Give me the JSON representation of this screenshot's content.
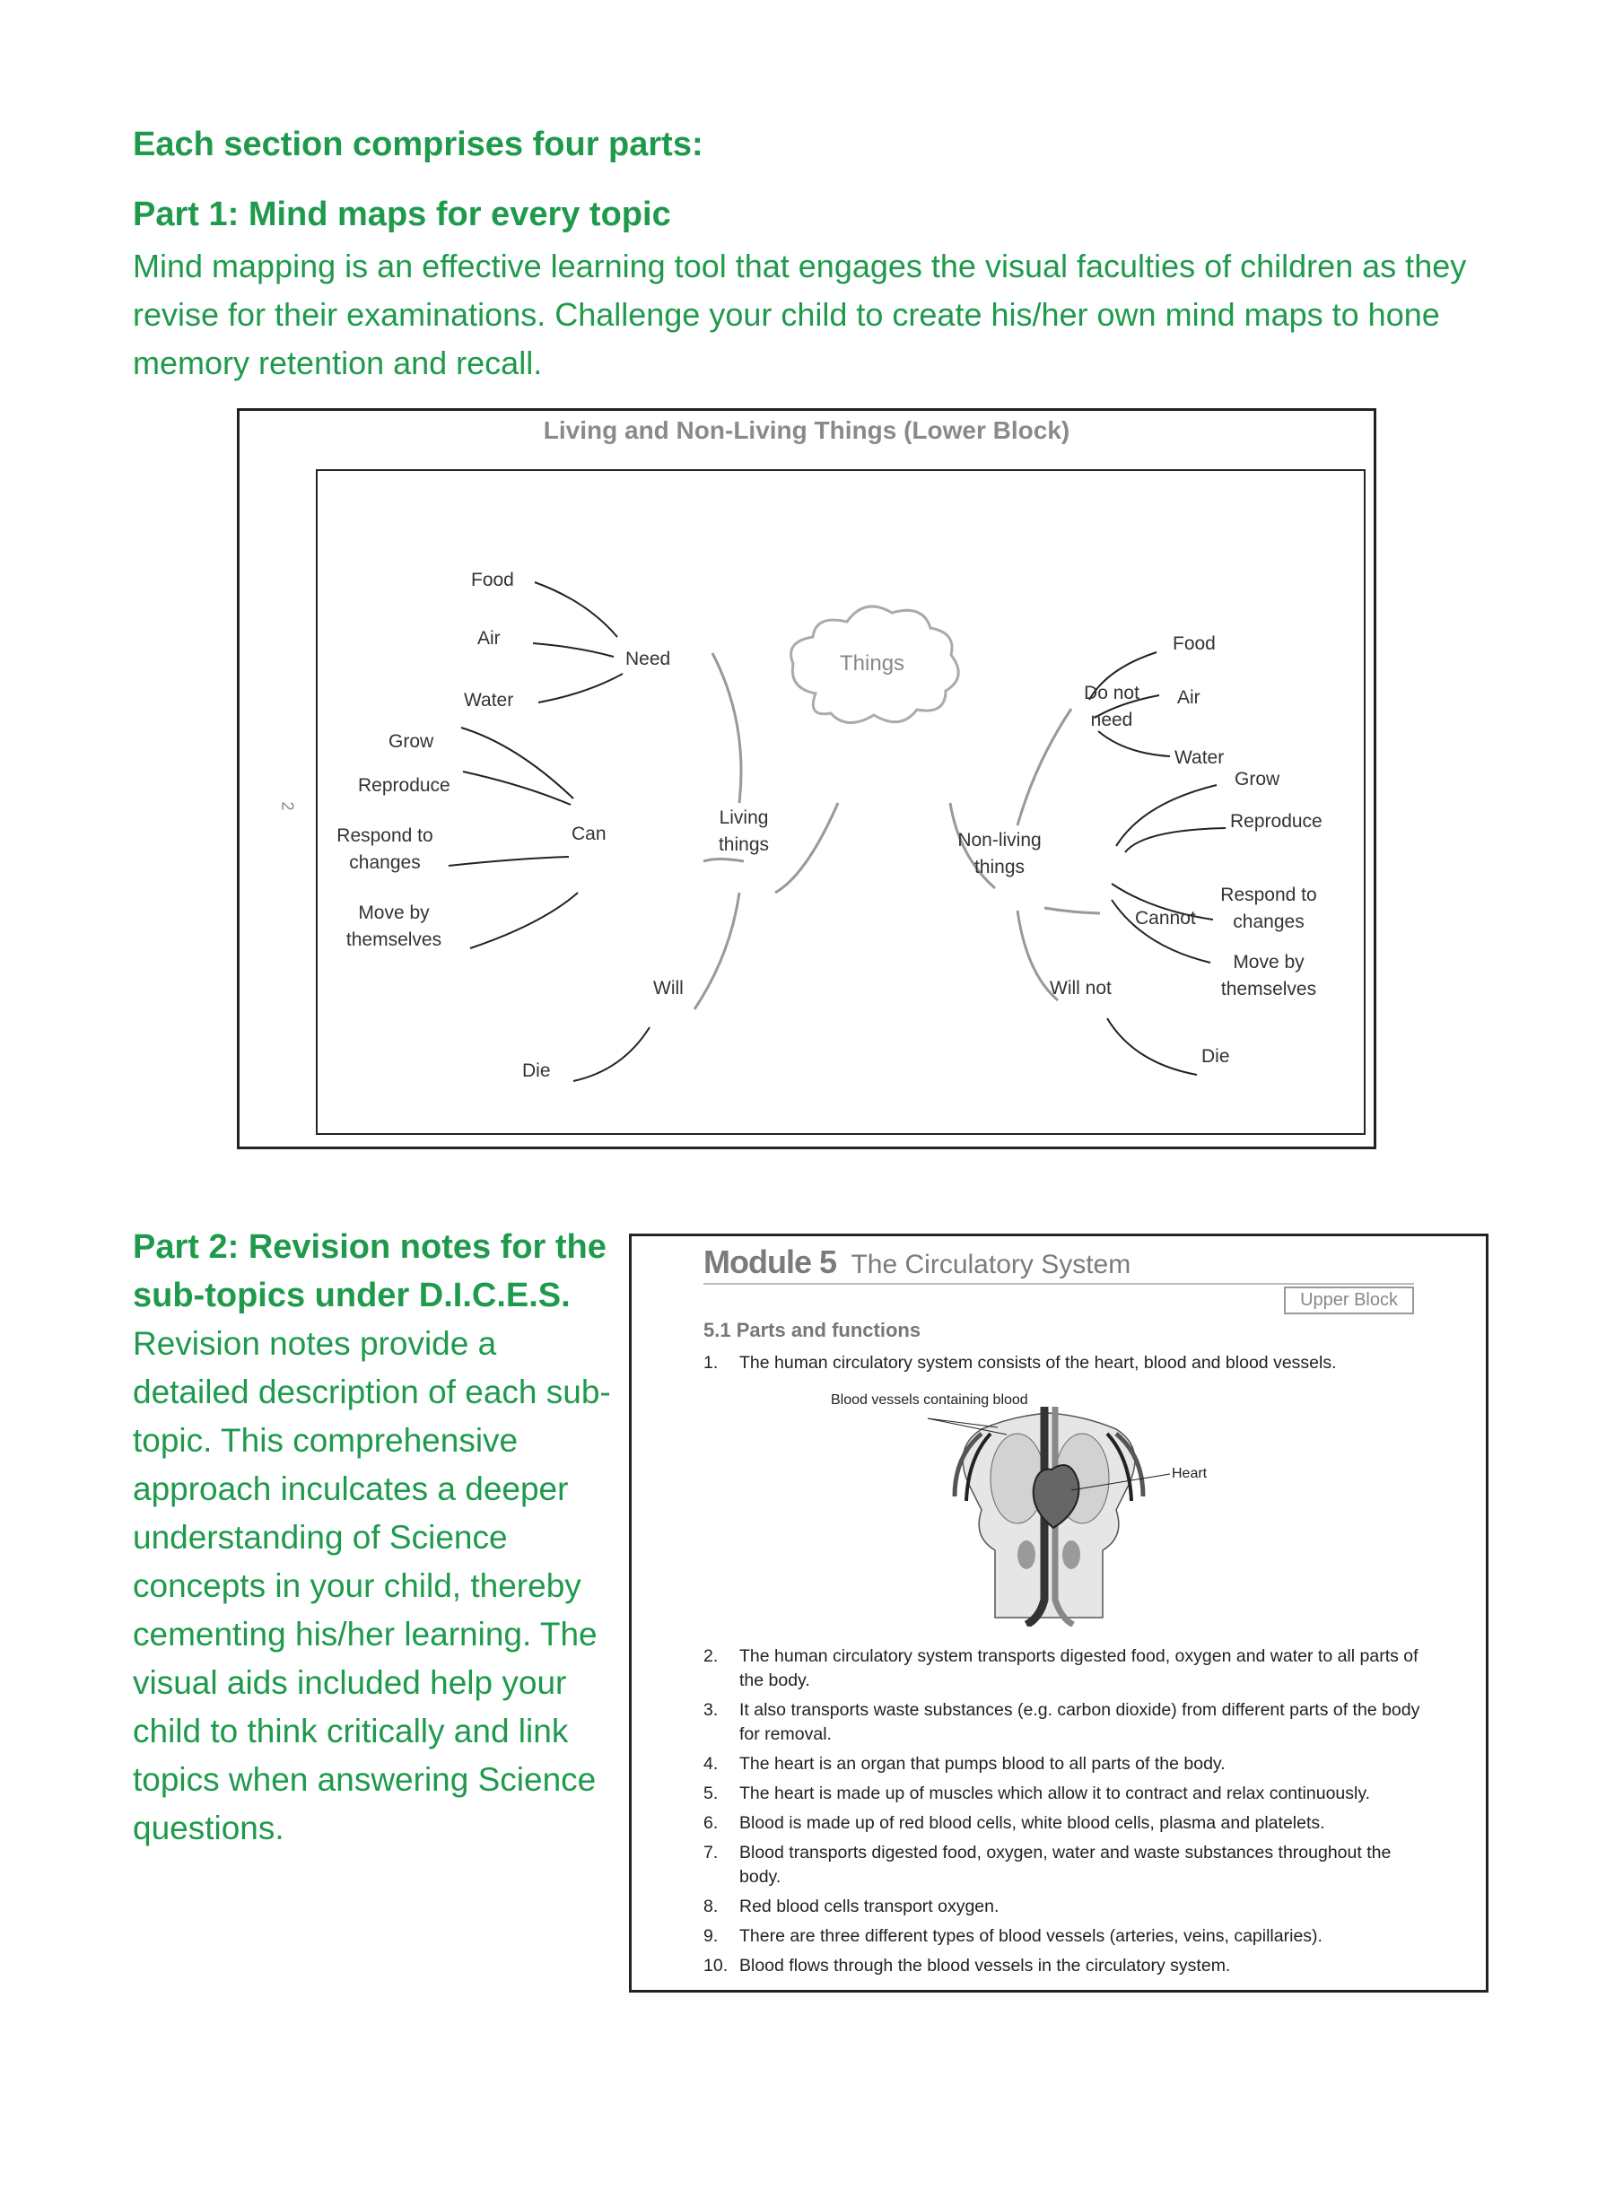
{
  "heading": "Each section comprises four parts:",
  "part1": {
    "title": "Part 1: Mind maps for every topic",
    "text": "Mind mapping is an effective learning tool that engages the visual faculties of children as they revise for their examinations. Challenge your child to create his/her own mind maps to hone memory retention and recall."
  },
  "mindmap": {
    "title": "Living and Non-Living Things (Lower Block)",
    "page_number": "2",
    "center": "Things",
    "living": {
      "label": "Living things",
      "need": "Need",
      "need_items": [
        "Food",
        "Air",
        "Water"
      ],
      "can": "Can",
      "can_items": [
        "Grow",
        "Reproduce",
        "Respond to changes",
        "Move by themselves"
      ],
      "will": "Will",
      "will_item": "Die"
    },
    "nonliving": {
      "label": "Non-living things",
      "do_not_need": "Do not need",
      "do_not_need_items": [
        "Food",
        "Air",
        "Water"
      ],
      "cannot": "Cannot",
      "cannot_items": [
        "Grow",
        "Reproduce",
        "Respond to changes",
        "Move by themselves"
      ],
      "will_not": "Will not",
      "will_not_item": "Die"
    }
  },
  "part2": {
    "title": "Part 2: Revision notes for the sub-topics under D.I.C.E.S.",
    "text": "Revision notes provide a detailed description of each sub-topic. This comprehensive approach inculcates a deeper understanding of Science concepts in your child, thereby cementing his/her learning. The visual aids included help your child to think critically and link topics when answering Science questions."
  },
  "module": {
    "number": "Module 5",
    "name": "The Circulatory System",
    "badge": "Upper Block",
    "subtitle": "5.1 Parts and functions",
    "figure_labels": {
      "vessels": "Blood vessels containing blood",
      "heart": "Heart"
    },
    "items": [
      {
        "n": "1.",
        "text": "The human circulatory system consists of the heart, blood and blood vessels."
      },
      {
        "n": "2.",
        "text": "The human circulatory system transports digested food, oxygen and water to all parts of the body."
      },
      {
        "n": "3.",
        "text": "It also transports waste substances (e.g. carbon dioxide) from different parts of the body for removal."
      },
      {
        "n": "4.",
        "text": "The heart is an organ that pumps blood to all parts of the body."
      },
      {
        "n": "5.",
        "text": "The heart is made up of muscles which allow it to contract and relax continuously."
      },
      {
        "n": "6.",
        "text": "Blood is made up of red blood cells, white blood cells, plasma and platelets."
      },
      {
        "n": "7.",
        "text": "Blood transports digested food, oxygen, water and waste substances throughout the body."
      },
      {
        "n": "8.",
        "text": "Red blood cells transport oxygen."
      },
      {
        "n": "9.",
        "text": "There are three different types of blood vessels (arteries, veins, capillaries)."
      },
      {
        "n": "10.",
        "text": "Blood flows through the blood vessels in the circulatory system."
      }
    ]
  }
}
